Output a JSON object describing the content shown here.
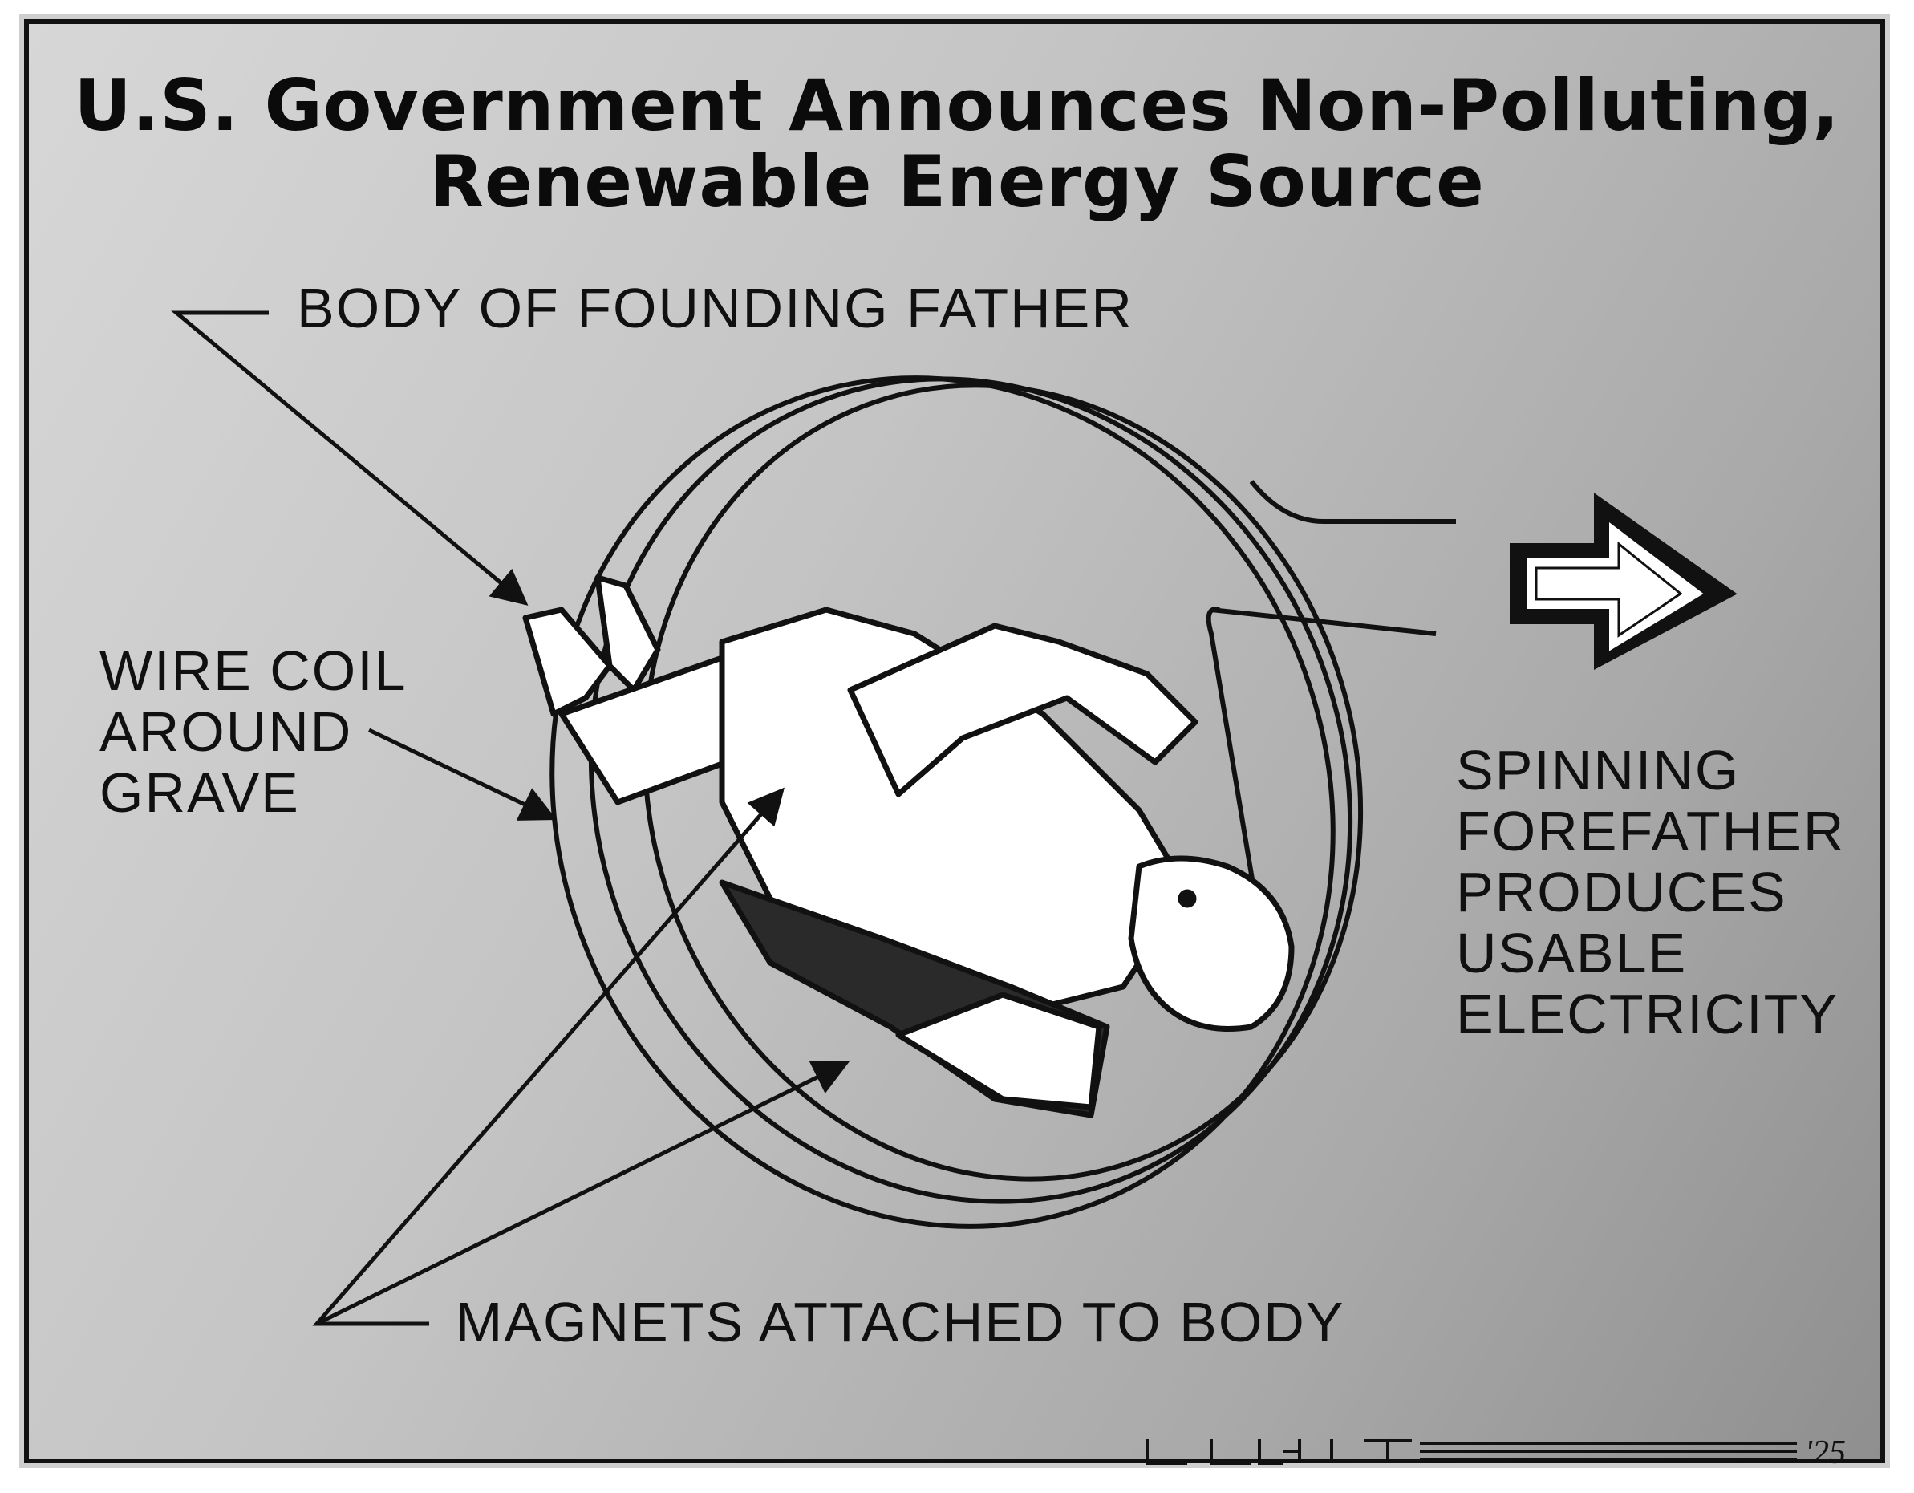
{
  "title": {
    "line1": "U.S. Government  Announces Non-Polluting,",
    "line2": "Renewable Energy Source"
  },
  "labels": {
    "body": "BODY OF FOUNDING FATHER",
    "coil": [
      "WIRE COIL",
      "AROUND",
      "GRAVE"
    ],
    "spinning": [
      "SPINNING",
      "FOREFATHER",
      "PRODUCES",
      "USABLE",
      "ELECTRICITY"
    ],
    "magnets": "MAGNETS ATTACHED TO BODY"
  },
  "signature": {
    "year": "'25"
  },
  "colors": {
    "ink": "#111111",
    "paper": "#ffffff",
    "background_light": "#d7d7d7",
    "background_dark": "#8f8f8f"
  }
}
